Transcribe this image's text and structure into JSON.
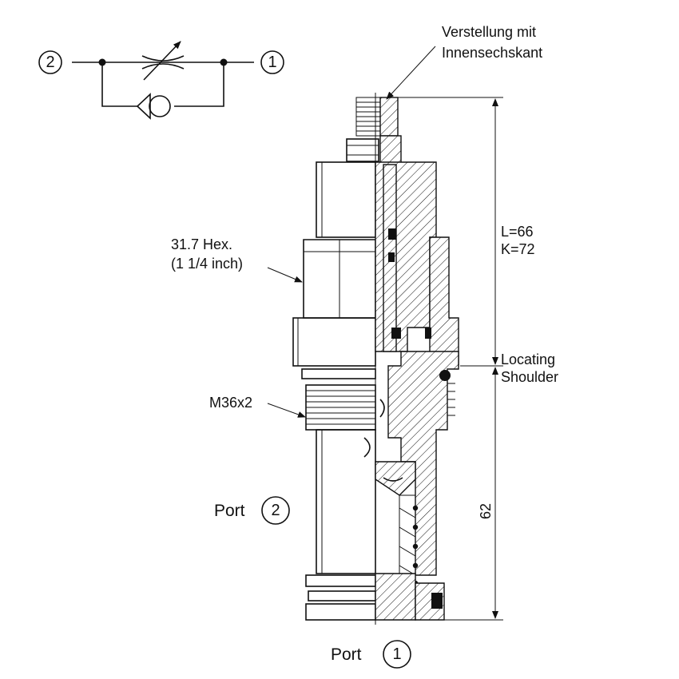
{
  "symbol": {
    "port_left": "2",
    "port_right": "1"
  },
  "labels": {
    "adjust_line1": "Verstellung mit",
    "adjust_line2": "Innensechskant",
    "hex_line1": "31.7 Hex.",
    "hex_line2": "(1 1/4 inch)",
    "thread": "M36x2",
    "length_line1": "L=66",
    "length_line2": "K=72",
    "shoulder_line1": "Locating",
    "shoulder_line2": "Shoulder",
    "lower_dim": "62",
    "port2_text": "Port",
    "port2_num": "2",
    "port1_text": "Port",
    "port1_num": "1"
  },
  "icons": [
    "needle-valve-symbol",
    "check-valve-symbol",
    "arrow-icon"
  ]
}
